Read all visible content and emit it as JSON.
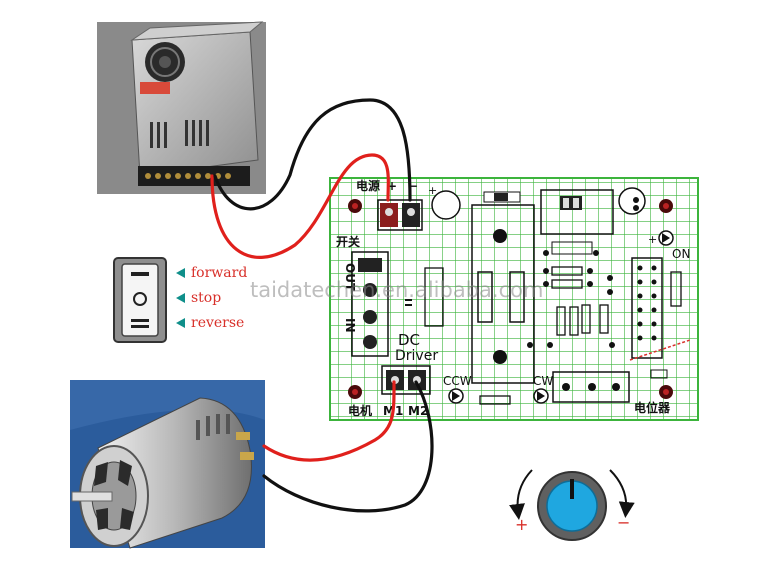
{
  "switch_panel": {
    "positions": [
      {
        "label": "forward"
      },
      {
        "label": "stop"
      },
      {
        "label": "reverse"
      }
    ]
  },
  "board": {
    "power_label": "电源",
    "power_plus": "+",
    "power_minus": "−",
    "switch_label": "开关",
    "in_label": "IN",
    "out_label": "OUT",
    "dc_label": "DC",
    "driver_label": "Driver",
    "ccw_label": "CCW",
    "cw_label": "CW",
    "on_label": "ON",
    "motor_label": "电机",
    "m1_label": "M1",
    "m2_label": "M2",
    "pot_label": "电位器",
    "plus_small": "+"
  },
  "watermark": "taidatechen.en.alibaba.com",
  "knob": {
    "plus": "+",
    "minus": "−"
  },
  "colors": {
    "wire_red": "#e0201c",
    "wire_black": "#111111",
    "grid": "#3cb43c",
    "label_teal": "#0f8f8a",
    "knob_blue": "#1fa7e0"
  }
}
